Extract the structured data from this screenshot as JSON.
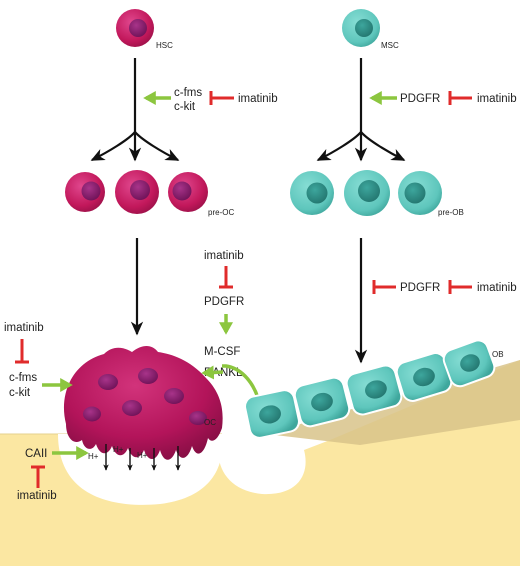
{
  "colors": {
    "osteoclast_lineage": "#c2185b",
    "osteoclast_nucleus": "#8e1a6e",
    "osteoblast_lineage": "#5ec6bc",
    "osteoblast_nucleus": "#2f8e86",
    "bone": "#fbe7a2",
    "bone_edge": "#dcc58a",
    "activation_arrow": "#8cc63f",
    "inhibition_bar": "#e02b2b",
    "flow_arrow": "#111111"
  },
  "icons": {
    "activation": "green-arrow-icon",
    "inhibition": "red-inhibition-icon",
    "differentiation": "black-arrow-icon"
  },
  "cells": {
    "hsc": "HSC",
    "msc": "MSC",
    "pre_oc": "pre-OC",
    "pre_ob": "pre-OB",
    "ob": "OB",
    "oc": "OC"
  },
  "osteoclast_branch": {
    "receptor_1": "c-fms",
    "receptor_2": "c-kit",
    "drug": "imatinib"
  },
  "osteoblast_branch": {
    "receptor": "PDGFR",
    "drug": "imatinib",
    "preob_receptor": "PDGFR",
    "preob_drug": "imatinib"
  },
  "paracrine": {
    "drug": "imatinib",
    "receptor": "PDGFR",
    "ligand_1": "M-CSF",
    "ligand_2": "RANKL"
  },
  "oc_left": {
    "drug": "imatinib",
    "receptor_1": "c-fms",
    "receptor_2": "c-kit"
  },
  "resorption": {
    "enzyme": "CAII",
    "drug": "imatinib",
    "proton_1": "H+",
    "proton_2": "H+",
    "proton_3": "H+"
  }
}
